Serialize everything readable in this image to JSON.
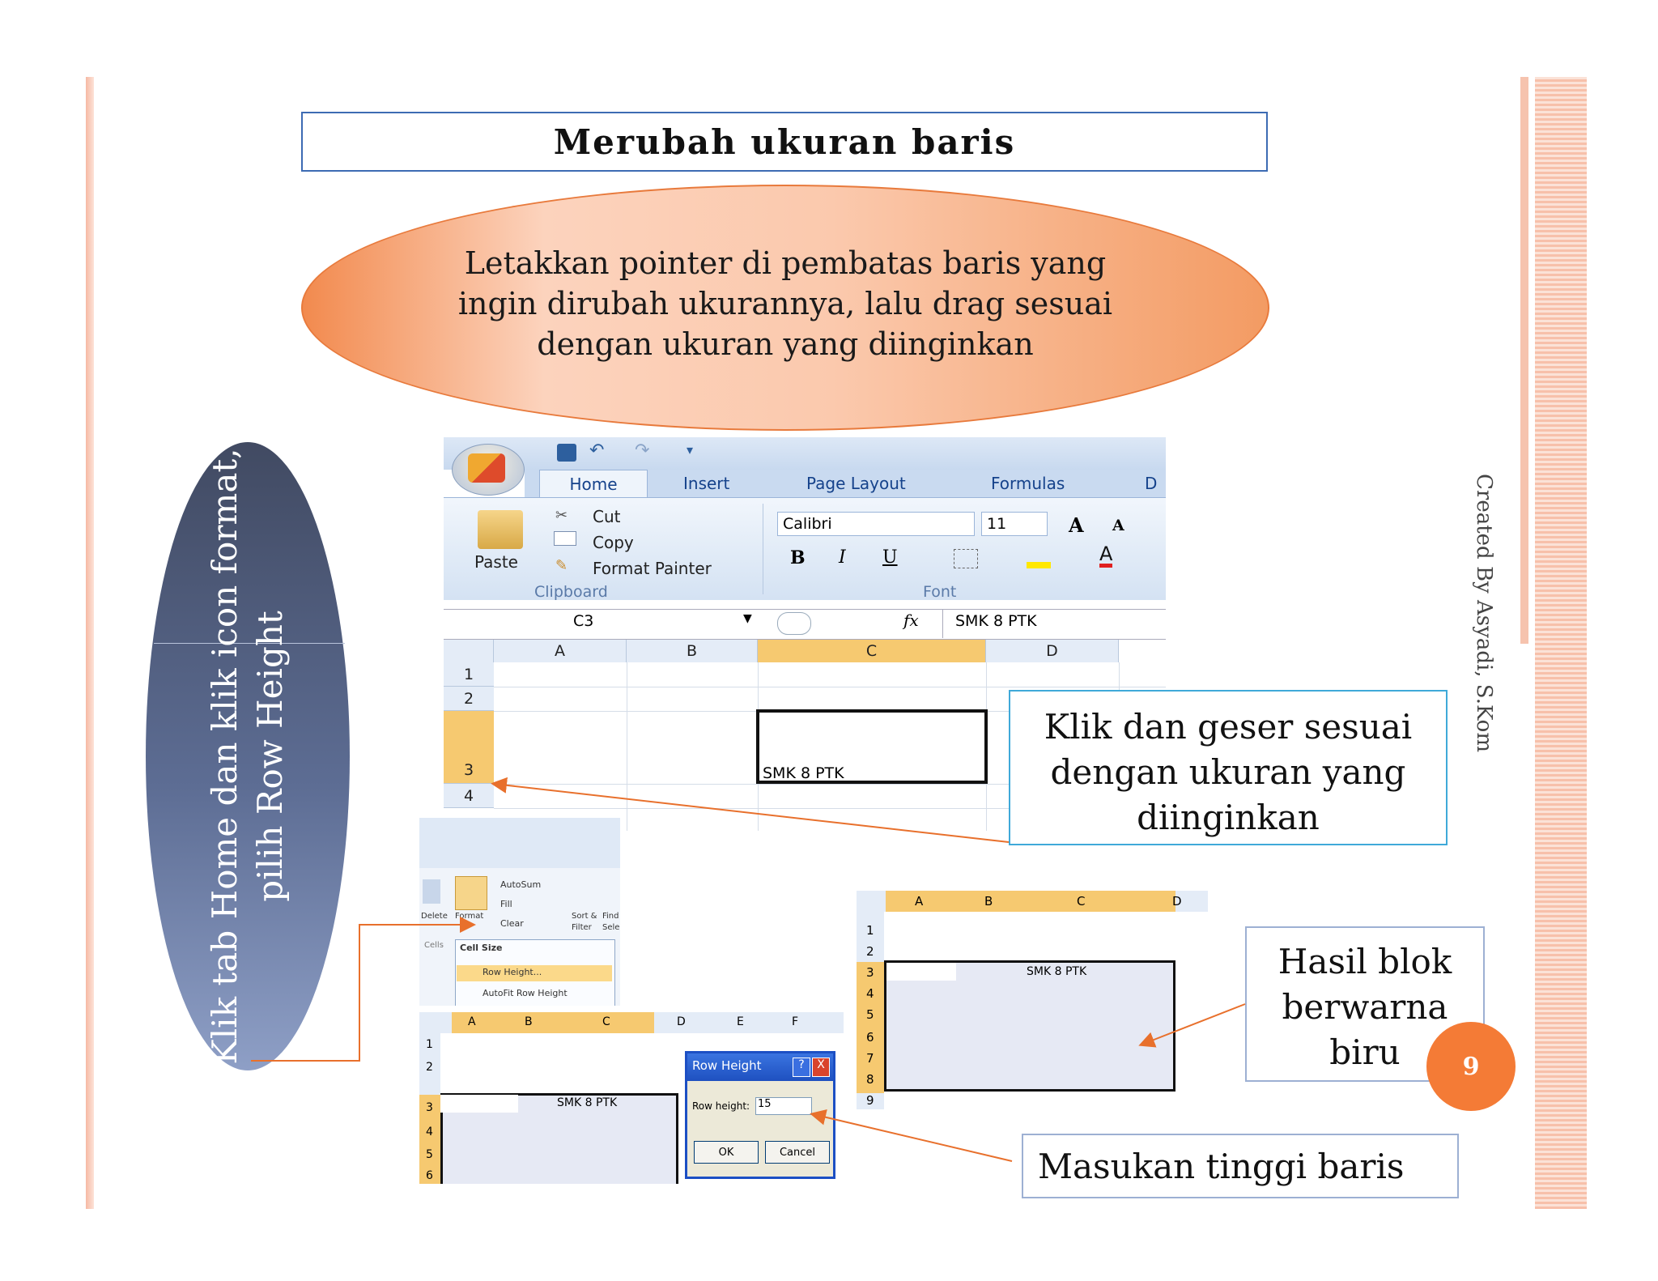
{
  "slide": {
    "title": "Merubah ukuran baris",
    "instruction": "Letakkan pointer di pembatas baris yang ingin dirubah ukurannya, lalu drag  sesuai dengan ukuran yang diinginkan",
    "side_instruction": "Klik tab Home dan klik  icon format, pilih Row  Height",
    "credit": "Created By Asyadi, S.Kom",
    "page_number": "9",
    "callout_drag": "Klik dan geser sesuai dengan ukuran yang diinginkan",
    "callout_result": "Hasil blok berwarna biru",
    "callout_input": "Masukan tinggi baris"
  },
  "excel_main": {
    "tabs": [
      "Home",
      "Insert",
      "Page Layout",
      "Formulas",
      "D"
    ],
    "clipboard": {
      "paste": "Paste",
      "cut": "Cut",
      "copy": "Copy",
      "format_painter": "Format Painter",
      "group": "Clipboard"
    },
    "font": {
      "name": "Calibri",
      "size": "11",
      "bold": "B",
      "italic": "I",
      "underline": "U",
      "group": "Font",
      "grow": "A",
      "shrink": "A"
    },
    "name_box": "C3",
    "fx": "fx",
    "formula_value": "SMK 8 PTK",
    "columns": [
      "A",
      "B",
      "C",
      "D"
    ],
    "rows": [
      "1",
      "2",
      "3",
      "4"
    ],
    "cell_c3": "SMK 8 PTK"
  },
  "excel_format_menu": {
    "delete": "Delete",
    "format": "Format",
    "cells": "Cells",
    "autosum": "AutoSum",
    "fill": "Fill",
    "clear": "Clear",
    "sort": "Sort &",
    "filter": "Filter",
    "find": "Find",
    "select": "Selec",
    "cell_size": "Cell Size",
    "row_height": "Row Height...",
    "autofit": "AutoFit Row Height"
  },
  "excel_dialog_sheet": {
    "columns": [
      "A",
      "B",
      "C",
      "D",
      "E",
      "F"
    ],
    "rows": [
      "1",
      "2",
      "3",
      "4",
      "5",
      "6"
    ],
    "cell_c3": "SMK 8 PTK",
    "dialog_title": "Row Height",
    "dialog_help": "?",
    "dialog_close": "X",
    "dialog_label": "Row height:",
    "dialog_value": "15",
    "ok": "OK",
    "cancel": "Cancel"
  },
  "excel_result": {
    "columns": [
      "A",
      "B",
      "C",
      "D"
    ],
    "rows": [
      "1",
      "2",
      "3",
      "4",
      "5",
      "6",
      "7",
      "8",
      "9"
    ],
    "cell_c3": "SMK 8 PTK"
  },
  "colors": {
    "accent_orange": "#f47b36",
    "border_blue": "#3fa9d9",
    "selection": "#e6e9f4"
  }
}
